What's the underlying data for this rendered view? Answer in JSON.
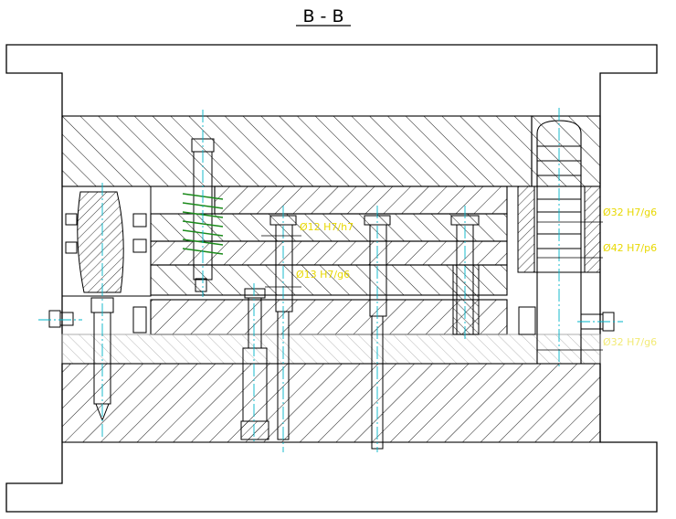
{
  "section_title": "B - B",
  "annotations": [
    {
      "id": "fit-guide-pin",
      "text": "Ø32 H7/g6"
    },
    {
      "id": "fit-guide-bush",
      "text": "Ø42 H7/p6"
    },
    {
      "id": "fit-lower-guide",
      "text": "Ø32 H7/g6"
    },
    {
      "id": "fit-pin-12",
      "text": "Ø12 H7/h7"
    },
    {
      "id": "fit-pin-13",
      "text": "Ø13 H7/g6"
    }
  ],
  "colors": {
    "outline": "#000000",
    "centerline": "#00b4c8",
    "dimension": "#e8d800",
    "spring": "#1a8a1a",
    "hatch": "#000000"
  }
}
